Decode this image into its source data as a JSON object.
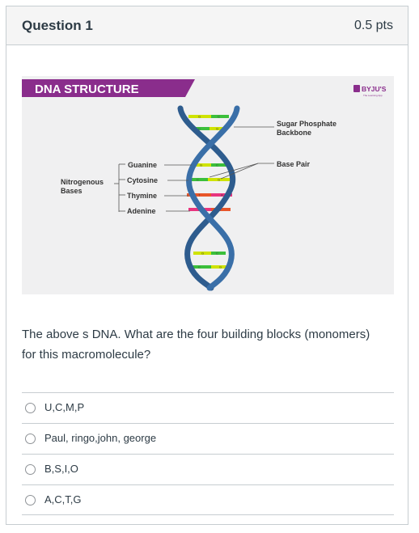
{
  "question": {
    "title": "Question 1",
    "points": "0.5 pts",
    "text": "The above s DNA.  What are the four building blocks (monomers) for this macromolecule?"
  },
  "figure": {
    "banner_title": "DNA STRUCTURE",
    "logo_text": "BYJU'S",
    "logo_tagline": "The Learning App",
    "label_nitrogenous_line1": "Nitrogenous",
    "label_nitrogenous_line2": "Bases",
    "base_guanine": "Guanine",
    "base_cytosine": "Cytosine",
    "base_thymine": "Thymine",
    "base_adenine": "Adenine",
    "label_backbone_line1": "Sugar Phosphate",
    "label_backbone_line2": "Backbone",
    "label_base_pair": "Base Pair",
    "colors": {
      "banner": "#8a2d8c",
      "backbone": "#2e5c8e",
      "guanine": "#cfe300",
      "cytosine": "#3bbf3b",
      "thymine": "#e8562a",
      "adenine": "#e8347e",
      "background": "#f0f0f1"
    }
  },
  "answers": [
    {
      "label": "U,C,M,P"
    },
    {
      "label": "Paul, ringo,john, george"
    },
    {
      "label": "B,S,I,O"
    },
    {
      "label": "A,C,T,G"
    }
  ]
}
